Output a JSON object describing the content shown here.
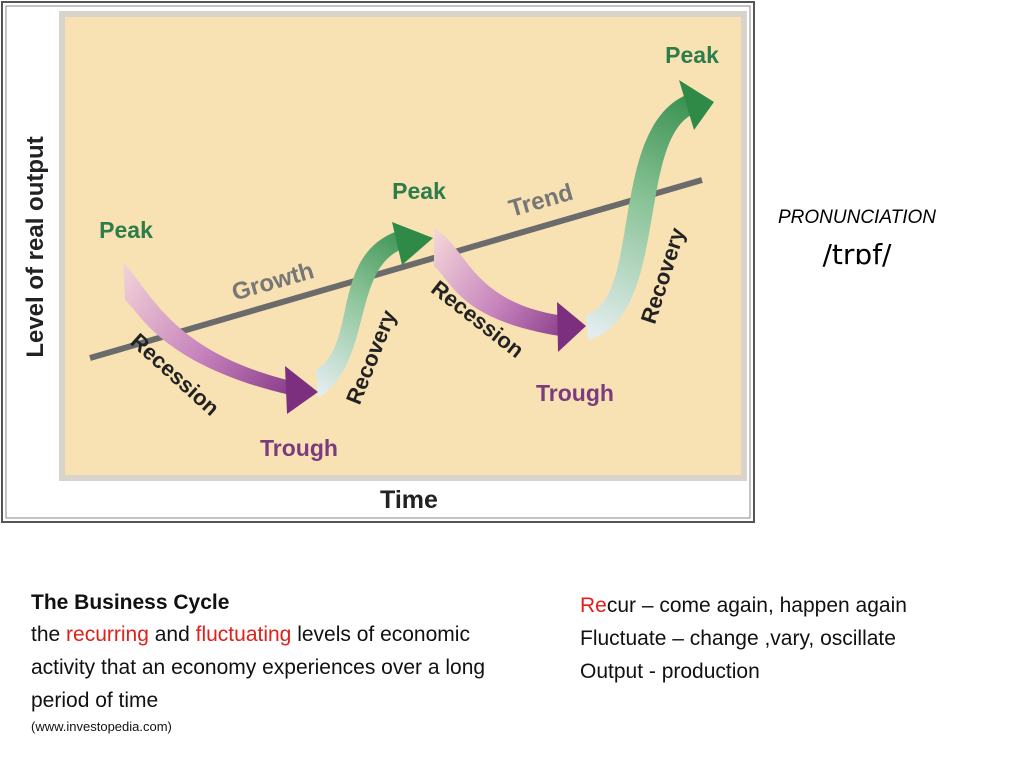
{
  "diagram": {
    "y_axis_label": "Level of real output",
    "x_axis_label": "Time",
    "trend_label": "Trend",
    "growth_label": "Growth",
    "peak_labels": [
      "Peak",
      "Peak",
      "Peak"
    ],
    "trough_labels": [
      "Trough",
      "Trough"
    ],
    "recession_labels": [
      "Recession",
      "Recession"
    ],
    "recovery_labels": [
      "Recovery",
      "Recovery"
    ],
    "colors": {
      "panel_background": "#f8e2b4",
      "panel_border": "#d8d4cc",
      "trend_line": "#6b6b6b",
      "peak_text": "#2d7d4a",
      "trough_text": "#7a3b7f",
      "recession_arrow": "#9a4a98",
      "recovery_arrow": "#3f9b55"
    }
  },
  "pronunciation": {
    "label": "PRONUNCIATION",
    "value": "/trɒf/"
  },
  "definition": {
    "title": "The Business Cycle",
    "the": "the ",
    "word1": "recurring",
    "and": " and ",
    "word2": "fluctuating",
    "rest": " levels of economic activity that an economy experiences over a long period of time",
    "source": "(www.investopedia.com)"
  },
  "vocabulary": {
    "recur_prefix": "Re",
    "recur_rest": "cur – come again, happen again",
    "fluctuate": "Fluctuate – change ,vary, oscillate",
    "output": "Output - production"
  }
}
